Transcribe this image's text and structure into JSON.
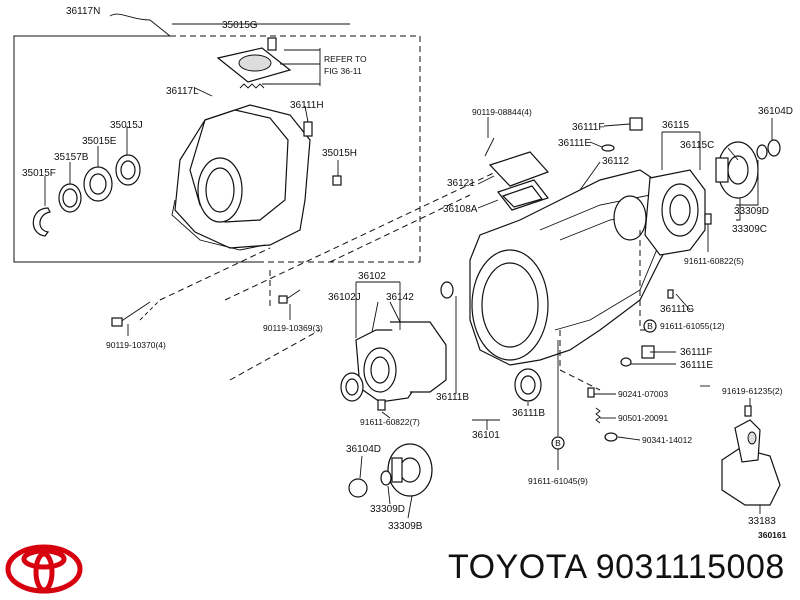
{
  "labels": {
    "l36117N": "36117N",
    "l35015G": "35015G",
    "l36117L": "36117L",
    "l36111H": "36111H",
    "l35015J": "35015J",
    "l35015E": "35015E",
    "l35157B": "35157B",
    "l35015F": "35015F",
    "l35015H": "35015H",
    "refer_to": "REFER TO",
    "fig": "FIG 36-11",
    "l90119_10370": "90119-10370(4)",
    "l90119_10369": "90119-10369(3)",
    "l90119_08844": "90119-08844(4)",
    "l36111F_top": "36111F",
    "l36111E_top": "36111E",
    "l36115": "36115",
    "l36104D_top": "36104D",
    "l36115C": "36115C",
    "l36112": "36112",
    "l36121": "36121",
    "l36108A": "36108A",
    "l33309D_top": "33309D",
    "l33309C": "33309C",
    "l91611_60822_5": "91611-60822(5)",
    "l36111G": "36111G",
    "l91611_61055": "91611-61055(12)",
    "l36111F_mid": "36111F",
    "l36111E_mid": "36111E",
    "l36102": "36102",
    "l36102J": "36102J",
    "l36142": "36142",
    "l91611_60822_7": "91611-60822(7)",
    "l36111B_left": "36111B",
    "l36111B_right": "36111B",
    "l36101": "36101",
    "l90241_07003": "90241-07003",
    "l90501_20091": "90501-20091",
    "l90341_14012": "90341-14012",
    "l91619_61235": "91619-61235(2)",
    "l36104D_bot": "36104D",
    "l33309D_bot": "33309D",
    "l33309B": "33309B",
    "l91611_61045": "91611-61045(9)",
    "l33183": "33183",
    "l360161": "360161",
    "b1": "B",
    "b2": "B"
  },
  "brand": {
    "text": "TOYOTA 9031115008",
    "logo_color": "#d7000f"
  }
}
